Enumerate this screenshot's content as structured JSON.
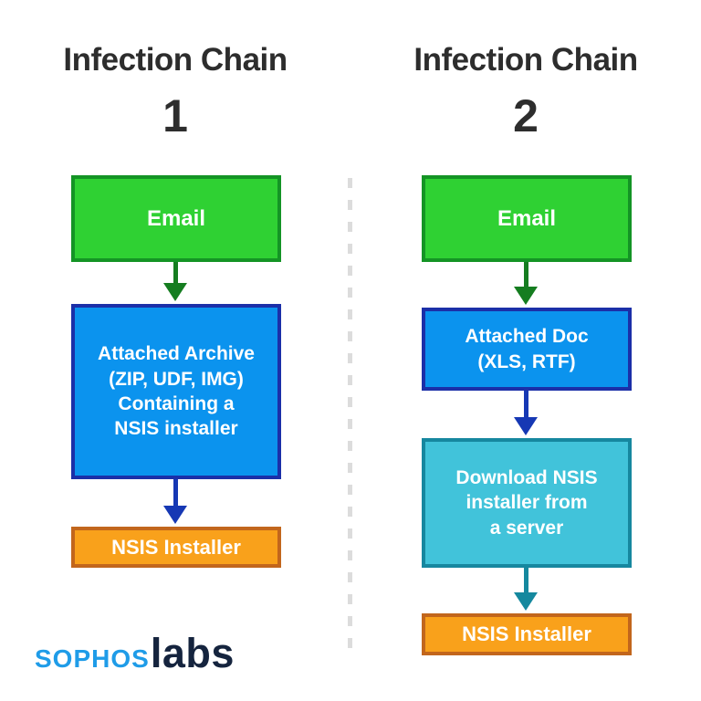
{
  "chains": [
    {
      "title": "Infection Chain",
      "number": "1",
      "steps": [
        {
          "label": "Email",
          "color": "green"
        },
        {
          "label": "Attached Archive\n(ZIP, UDF, IMG)\nContaining a\nNSIS installer",
          "color": "blue"
        },
        {
          "label": "NSIS Installer",
          "color": "orange"
        }
      ]
    },
    {
      "title": "Infection Chain",
      "number": "2",
      "steps": [
        {
          "label": "Email",
          "color": "green"
        },
        {
          "label": "Attached Doc\n(XLS, RTF)",
          "color": "blue"
        },
        {
          "label": "Download NSIS\ninstaller from\na server",
          "color": "teal"
        },
        {
          "label": "NSIS Installer",
          "color": "orange"
        }
      ]
    }
  ],
  "logo": {
    "part1": "SOPHOS",
    "part2": "labs"
  },
  "colors": {
    "title_color": "#2d2d2d",
    "box_text": "#ffffff",
    "green_fill": "#2fd133",
    "green_border": "#149425",
    "green_arrow": "#157d20",
    "blue_fill": "#0b93ee",
    "blue_border": "#1b2fa8",
    "blue_arrow": "#1638b4",
    "teal_fill": "#41c3da",
    "teal_border": "#16879f",
    "teal_arrow": "#15889e",
    "orange_fill": "#f9a11b",
    "orange_border": "#c2661c",
    "divider": "#dcdcdc",
    "sophos_blue": "#1f9ce8",
    "labs_navy": "#15243e"
  }
}
